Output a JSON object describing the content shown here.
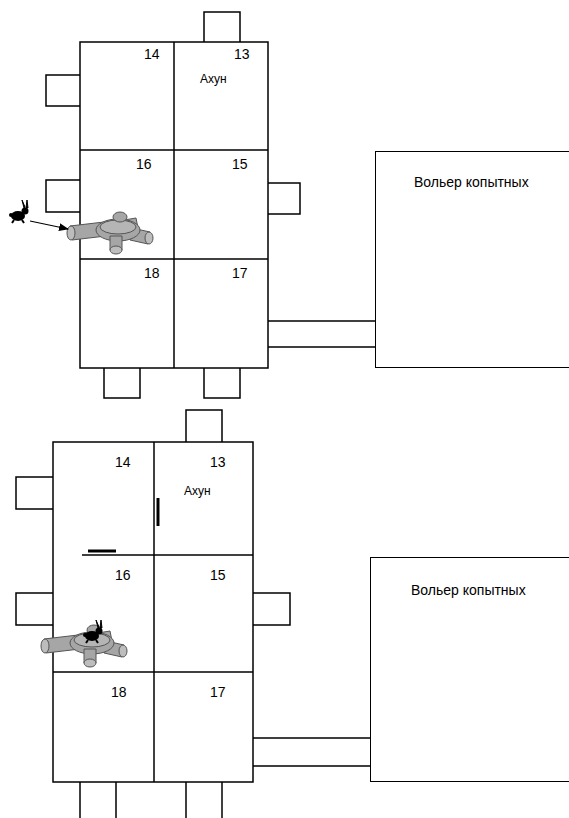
{
  "diagram": {
    "nodes": [
      {
        "text": [
          "14"
        ]
      },
      {
        "text": [
          "13",
          "Ахун"
        ]
      },
      {
        "text": [
          "16"
        ]
      },
      {
        "text": [
          "15"
        ]
      },
      {
        "text": [
          "18"
        ]
      },
      {
        "text": [
          "17"
        ]
      },
      {
        "text": [
          "Вольер копытных"
        ]
      },
      {
        "text": [
          "14"
        ]
      },
      {
        "text": [
          "13",
          "Ахун"
        ]
      },
      {
        "text": [
          "16"
        ]
      },
      {
        "text": [
          "15"
        ]
      },
      {
        "text": [
          "18"
        ]
      },
      {
        "text": [
          "17"
        ]
      },
      {
        "text": [
          "Вольер копытных"
        ]
      }
    ],
    "edges": [
      {
        "from": 5,
        "to": 6,
        "arrow": "none"
      },
      {
        "from": 12,
        "to": 13,
        "arrow": "none"
      }
    ]
  }
}
